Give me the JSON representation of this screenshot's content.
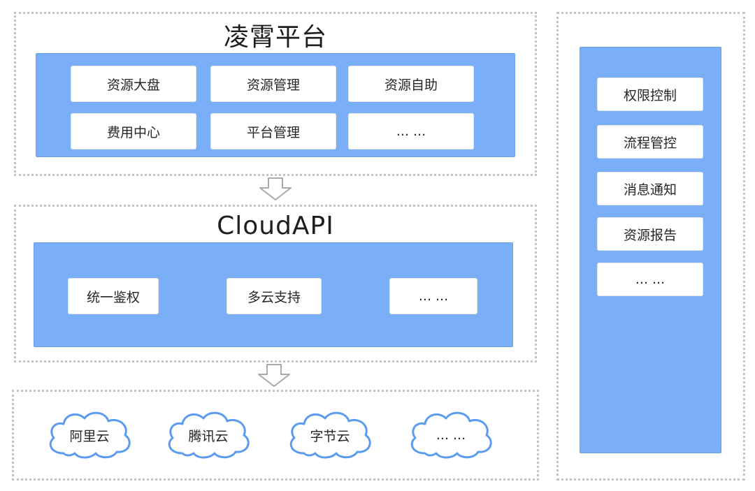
{
  "top": {
    "title": "凌霄平台",
    "modules": [
      "资源大盘",
      "资源管理",
      "资源自助",
      "费用中心",
      "平台管理",
      "... ..."
    ]
  },
  "middle": {
    "title": "CloudAPI",
    "modules": [
      "统一鉴权",
      "多云支持",
      "... ..."
    ]
  },
  "bottom": {
    "clouds": [
      "阿里云",
      "腾讯云",
      "字节云",
      "... ..."
    ]
  },
  "side": {
    "modules": [
      "权限控制",
      "流程管控",
      "消息通知",
      "资源报告",
      "... ..."
    ]
  },
  "colors": {
    "panel_blue": "#7aaff7",
    "dotted_border": "#c4c4c4",
    "cloud_stroke": "#5b9bf0"
  }
}
